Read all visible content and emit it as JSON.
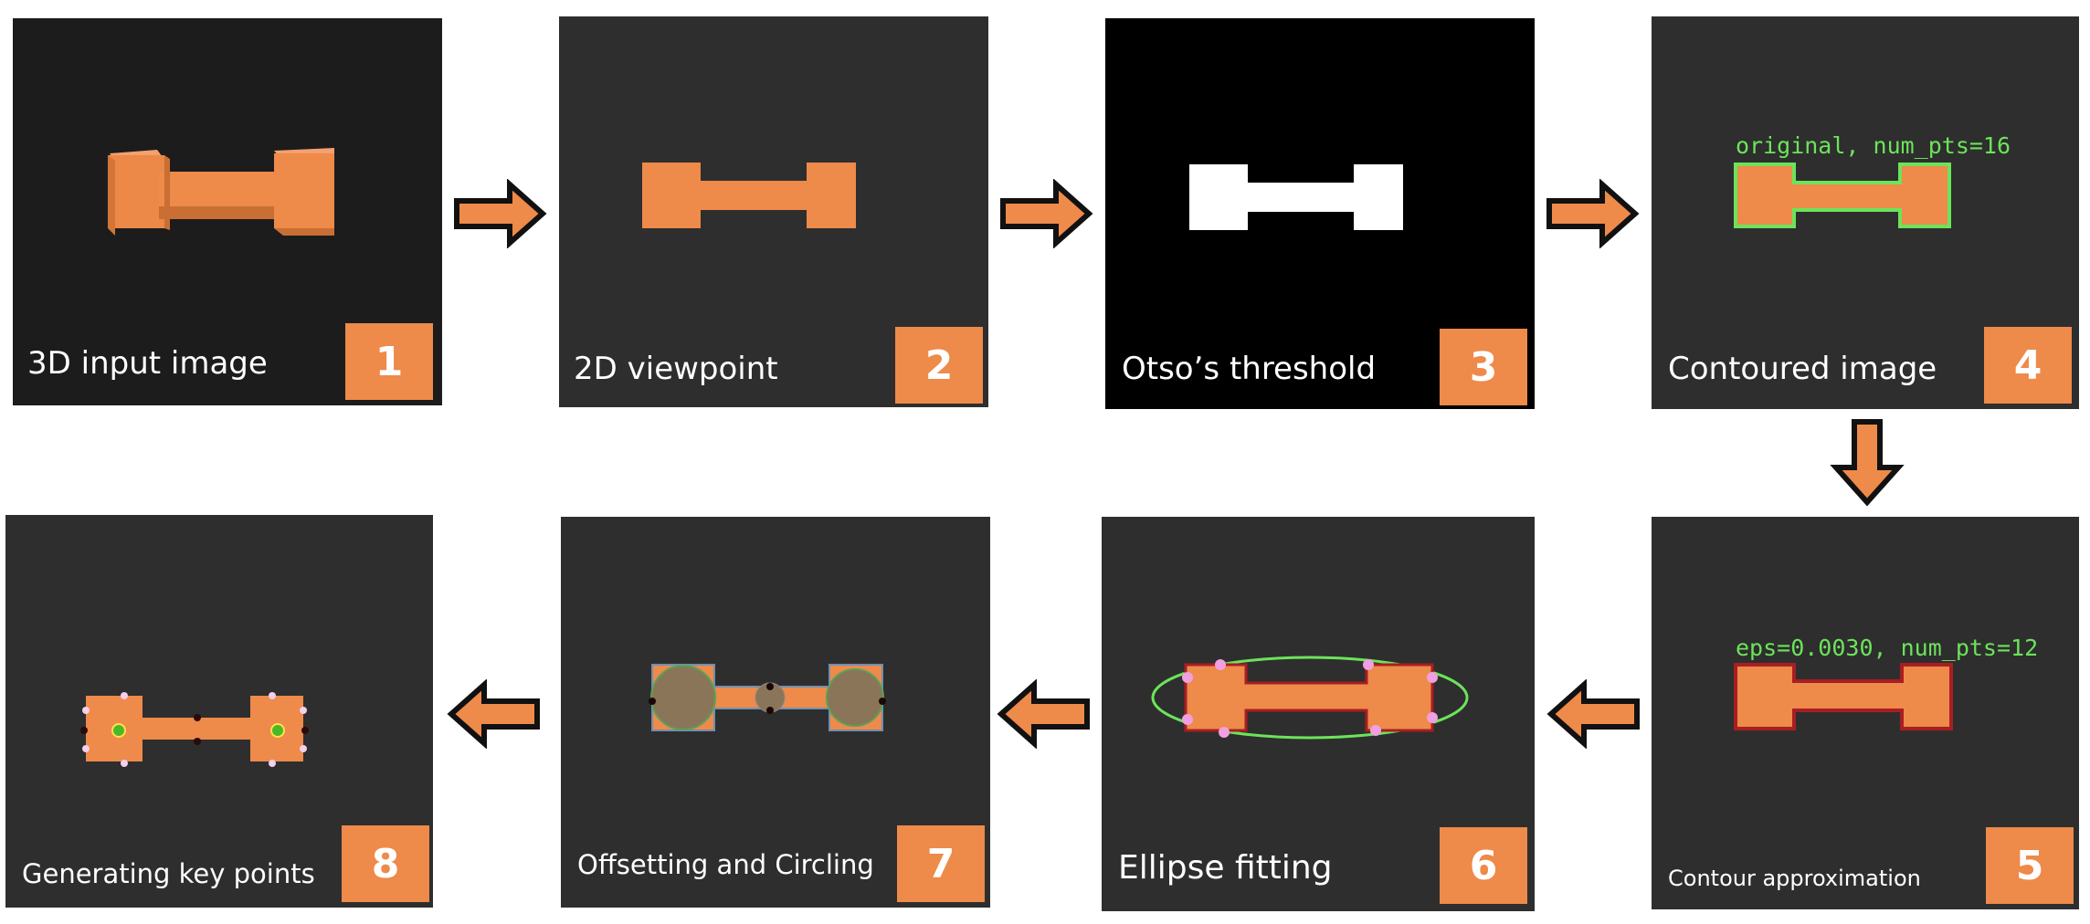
{
  "colors": {
    "panel_bg": "#2e2e2e",
    "panel_bg_dark": "#1c1c1c",
    "panel_bg_black": "#000000",
    "orange": "#ee8a4a",
    "green": "#6ce35a",
    "red_outline": "#a81e22",
    "pink_point": "#f0a0e0",
    "arrow_outline": "#111111"
  },
  "steps": [
    {
      "number": "1",
      "caption": "3D input image"
    },
    {
      "number": "2",
      "caption": "2D viewpoint"
    },
    {
      "number": "3",
      "caption": "Otso’s threshold"
    },
    {
      "number": "4",
      "caption": "Contoured image",
      "annotation": "original, num_pts=16"
    },
    {
      "number": "5",
      "caption": "Contour approximation",
      "annotation": "eps=0.0030, num_pts=12"
    },
    {
      "number": "6",
      "caption": "Ellipse fitting"
    },
    {
      "number": "7",
      "caption": "Offsetting and Circling"
    },
    {
      "number": "8",
      "caption": "Generating key points"
    }
  ]
}
